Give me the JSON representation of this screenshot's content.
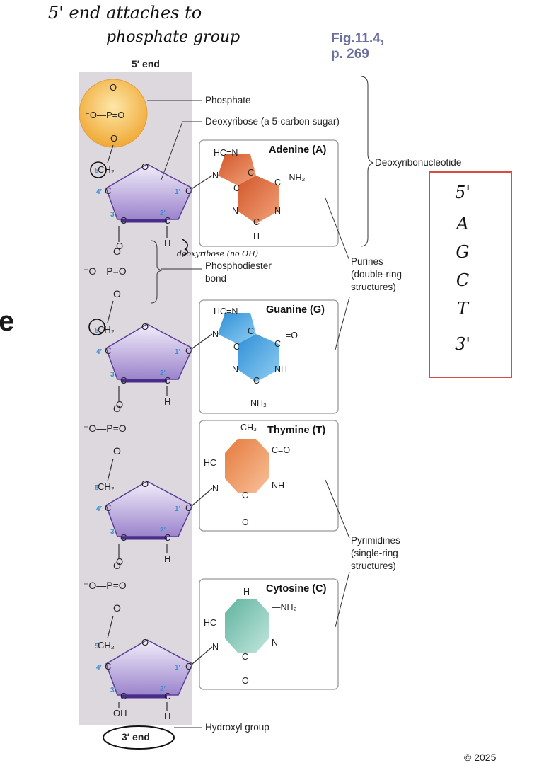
{
  "annotation": {
    "line1": "5' end attaches to",
    "line2": "phosphate group"
  },
  "figure_ref": "Fig.11.4, p. 269",
  "ends": {
    "five_prime": "5′ end",
    "three_prime": "3′ end"
  },
  "labels": {
    "phosphate": "Phosphate",
    "deoxyribose": "Deoxyribose (a 5-carbon sugar)",
    "deoxyribonucleotide": "Deoxyribonucleotide",
    "phosphodiester_1": "Phosphodiester",
    "phosphodiester_2": "bond",
    "deoxyribose_note": "deoxyribose (no OH)",
    "purines_1": "Purines",
    "purines_2": "(double-ring",
    "purines_3": "structures)",
    "pyrimidines_1": "Pyrimidines",
    "pyrimidines_2": "(single-ring",
    "pyrimidines_3": "structures)",
    "hydroxyl": "Hydroxyl group"
  },
  "bases": [
    {
      "name": "Adenine (A)",
      "color": "#e2733a"
    },
    {
      "name": "Guanine (G)",
      "color": "#49a8e6"
    },
    {
      "name": "Thymine (T)",
      "color": "#e9915a"
    },
    {
      "name": "Cytosine (C)",
      "color": "#7cc5b5"
    }
  ],
  "sequence": [
    "5'",
    "A",
    "G",
    "C",
    "T",
    "3'"
  ],
  "slice_letter": "e",
  "copyright": "© 2025",
  "colors": {
    "sugar": "#a58fd0",
    "sugar_edge": "#5b3e96",
    "phosphate": "#f5b94a",
    "backbone_panel": "#dcd8de",
    "box_border": "#d94b43"
  }
}
